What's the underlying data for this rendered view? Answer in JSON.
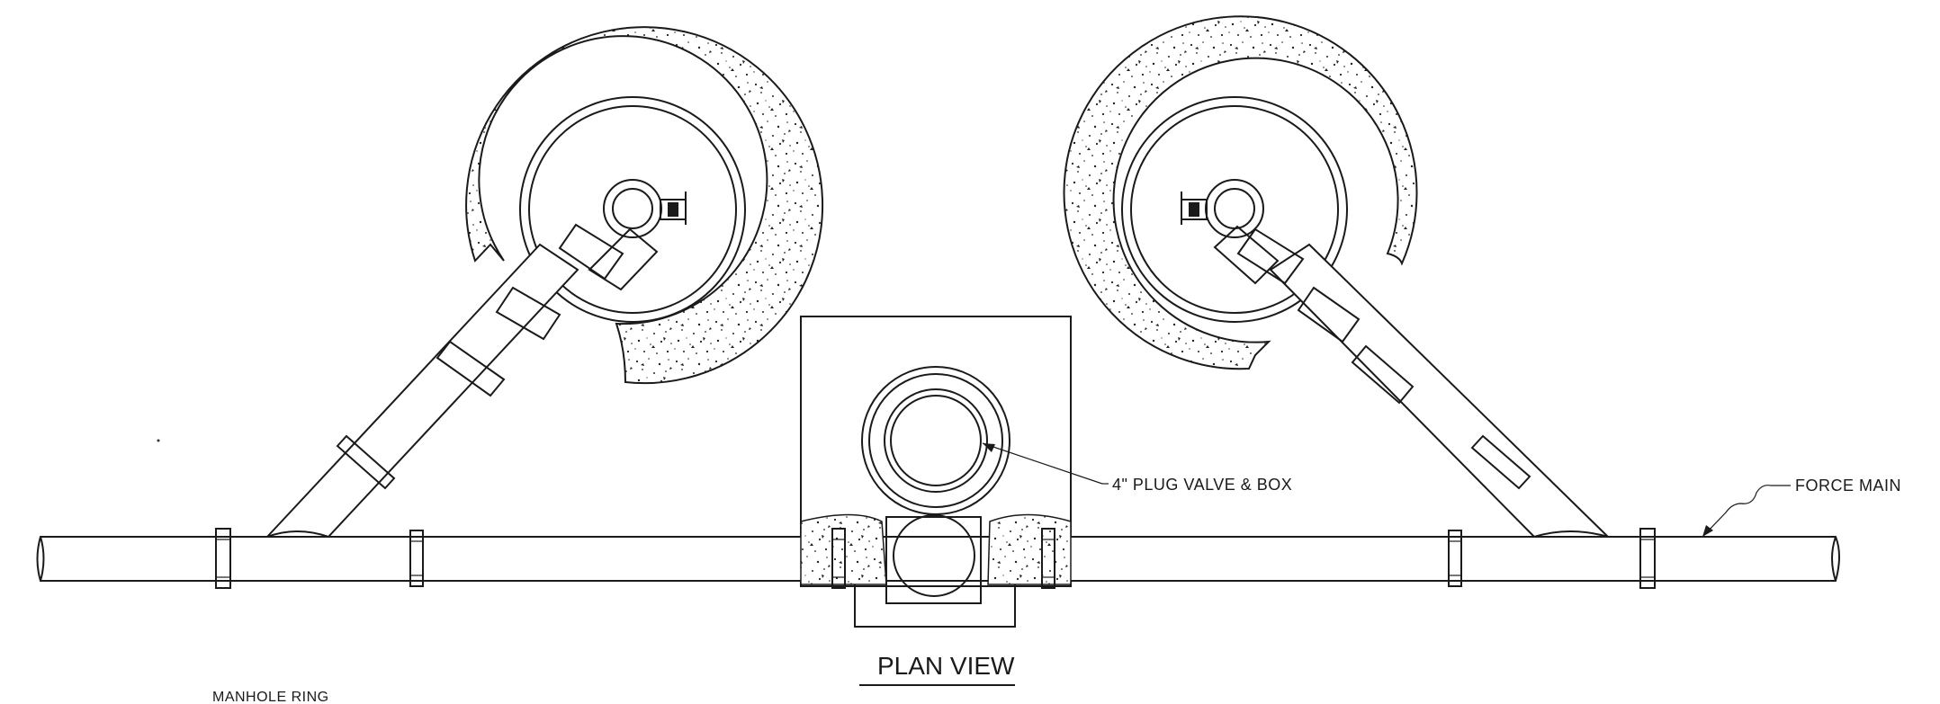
{
  "labels": {
    "plug_valve": "4\" PLUG VALVE & BOX",
    "force_main": "FORCE MAIN",
    "plan_view": "PLAN VIEW",
    "manhole_ring": "MANHOLE RING"
  }
}
